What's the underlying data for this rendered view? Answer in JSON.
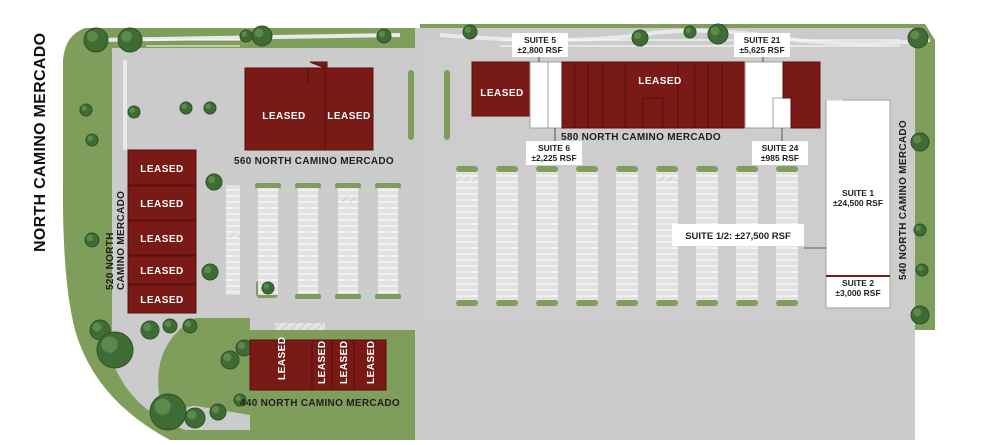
{
  "road_label": "NORTH CAMINO MERCADO",
  "leased_label": "LEASED",
  "buildings": {
    "b560": "560 NORTH CAMINO MERCADO",
    "b580": "580 NORTH CAMINO MERCADO",
    "b520_line1": "520 NORTH",
    "b520_line2": "CAMINO MERCADO",
    "b440": "440 NORTH CAMINO MERCADO",
    "b540": "540 NORTH CAMINO MERCADO"
  },
  "suites": {
    "s5_name": "SUITE 5",
    "s5_size": "±2,800 RSF",
    "s6_name": "SUITE 6",
    "s6_size": "±2,225 RSF",
    "s21_name": "SUITE 21",
    "s21_size": "±5,625 RSF",
    "s24_name": "SUITE 24",
    "s24_size": "±985 RSF",
    "s1_name": "SUITE 1",
    "s1_size": "±24,500 RSF",
    "s2_name": "SUITE 2",
    "s2_size": "±3,000 RSF",
    "s12": "SUITE 1/2: ±27,500 RSF"
  },
  "colors": {
    "leased": "#7a1a16",
    "available": "#ffffff",
    "lot": "#c9c9c9",
    "landscape": "#7f9e5c"
  }
}
